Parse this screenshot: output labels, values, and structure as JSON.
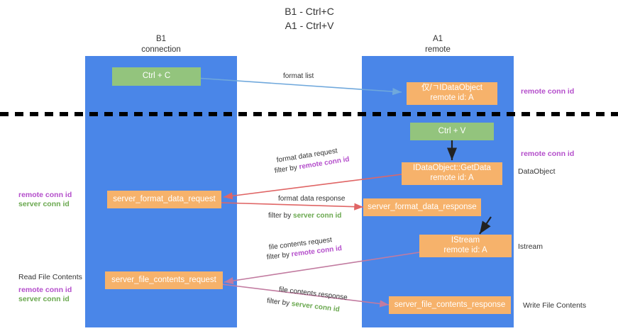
{
  "title": {
    "line1": "B1 - Ctrl+C",
    "line2": "A1 - Ctrl+V"
  },
  "columns": {
    "left": {
      "name": "B1",
      "role": "connection"
    },
    "right": {
      "name": "A1",
      "role": "remote"
    }
  },
  "colors": {
    "lane": "#4a86e8",
    "orange_node": "#f6b26b",
    "green_node": "#93c47d",
    "remote_conn_id": "#b44ecb",
    "server_conn_id": "#6aa84f",
    "red_arrow": "#e06666",
    "magenta_arrow": "#c27ba0",
    "blue_arrow": "#6fa8dc",
    "divider": "#000000"
  },
  "nodes": {
    "ctrl_c": {
      "line1": "Ctrl + C",
      "line2": ""
    },
    "ctrl_v": {
      "line1": "Ctrl + V",
      "line2": ""
    },
    "data_object_remote": {
      "line1": "仅/ㄱIDataObject",
      "line2": "remote id: A"
    },
    "get_data": {
      "line1": "IDataObject::GetData",
      "line2": "remote id: A"
    },
    "server_format_data_request": {
      "line1": "server_format_data_request",
      "line2": ""
    },
    "server_format_data_response": {
      "line1": "server_format_data_response",
      "line2": ""
    },
    "istream": {
      "line1": "IStream",
      "line2": "remote id: A"
    },
    "server_file_contents_request": {
      "line1": "server_file_contents_request",
      "line2": ""
    },
    "server_file_contents_response": {
      "line1": "server_file_contents_response",
      "line2": ""
    }
  },
  "edge_labels": {
    "format_list": "format list",
    "format_data_request": "format data request",
    "format_data_request_filter_prefix": "filter by ",
    "format_data_request_filter_value": "remote conn id",
    "format_data_response": "format data response",
    "format_data_response_filter_prefix": "filter by ",
    "format_data_response_filter_value": "server conn id",
    "file_contents_request": "file contents request",
    "file_contents_request_filter_prefix": "filter by ",
    "file_contents_request_filter_value": "remote conn id",
    "file_contents_response": "file contents response",
    "file_contents_response_filter_prefix": "filter by ",
    "file_contents_response_filter_value": "server conn id"
  },
  "annotations": {
    "right_remote_conn_id_top": "remote conn id",
    "right_remote_conn_id_mid": "remote conn id",
    "right_data_object": "DataObject",
    "right_istream": "Istream",
    "right_write_file_contents": "Write File Contents",
    "left_remote_conn_id": "remote conn id",
    "left_server_conn_id": "server conn id",
    "left_read_file_contents": "Read File Contents",
    "left_remote_conn_id_2": "remote conn id",
    "left_server_conn_id_2": "server conn id"
  }
}
